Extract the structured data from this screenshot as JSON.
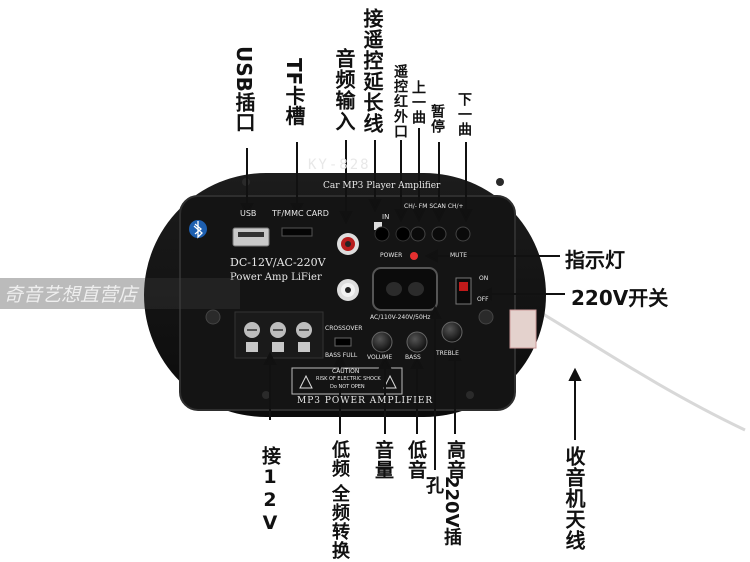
{
  "labels": {
    "usb": "USB插口",
    "tf": "TF卡槽",
    "audio_in": "音频输入",
    "remote_ext": "接遥控延长线",
    "ir": "遥控红外口",
    "prev": "上一曲",
    "pause": "暂停",
    "next": "下一曲",
    "indicator": "指示灯",
    "switch_220": "220V开关",
    "conn_12v": "接12V",
    "bass_full_1": "低频",
    "bass_full_2": "全频转换",
    "volume": "音量",
    "bass": "低音",
    "treble": "高音",
    "socket_220": "220V插孔",
    "antenna": "收音机天线"
  },
  "watermark": "奇音艺想直营店",
  "panel": {
    "model": "KY-828",
    "subtitle": "Car MP3 Player Amplifier",
    "usb_label": "USB",
    "tf_label": "TF/MMC CARD",
    "power_spec": "DC-12V/AC-220V",
    "amp_name": "Power Amp LiFier",
    "ir_label": "IN",
    "buttons_label": "CH/-  FM SCAN  CH/+",
    "power_label": "POWER",
    "mute_label": "MUTE",
    "on_label": "ON",
    "off_label": "OFF",
    "ac_spec": "AC/110V-240V/50Hz",
    "crossover": "CROSSOVER",
    "bass_full": "BASS FULL",
    "volume_label": "VOLUME",
    "bass_label": "BASS",
    "treble_label": "TREBLE",
    "caution_title": "CAUTION",
    "caution_1": "RISK OF ELECTRIC SHOCK",
    "caution_2": "Do NOT OPEN",
    "footer": "MP3 POWER AMPLIFIER"
  }
}
